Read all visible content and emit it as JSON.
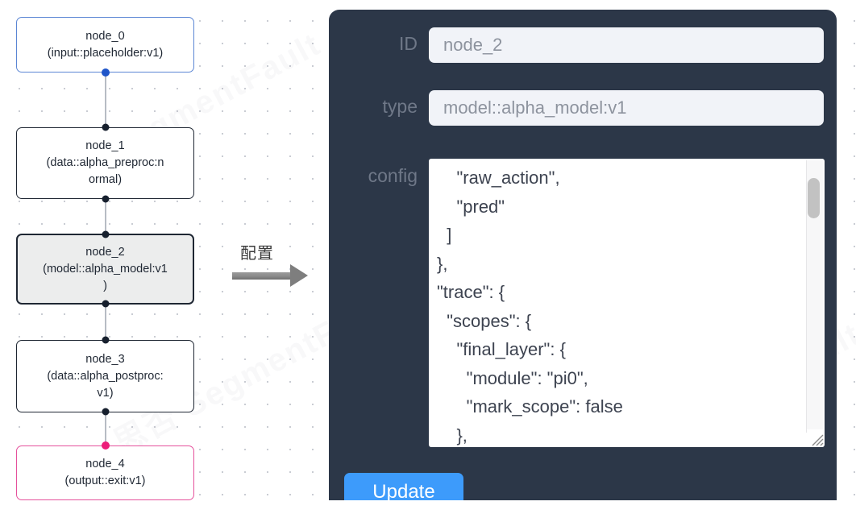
{
  "canvas": {
    "watermark_text": "思否 SegmentFault",
    "nodes": [
      {
        "id": "node_0",
        "title": "node_0",
        "subtitle": "(input::placeholder:v1)",
        "label": "node_0\n(input::placeholder:v1)",
        "state": "normal",
        "accent": "#5b86d4"
      },
      {
        "id": "node_1",
        "title": "node_1",
        "subtitle": "(data::alpha_preproc:normal)",
        "label": "node_1\n(data::alpha_preproc:n\normal)",
        "state": "normal",
        "accent": "#1f2733"
      },
      {
        "id": "node_2",
        "title": "node_2",
        "subtitle": "(model::alpha_model:v1)",
        "label": "node_2\n(model::alpha_model:v1\n)",
        "state": "selected",
        "accent": "#1f2733"
      },
      {
        "id": "node_3",
        "title": "node_3",
        "subtitle": "(data::alpha_postproc:v1)",
        "label": "node_3\n(data::alpha_postproc:\nv1)",
        "state": "normal",
        "accent": "#1f2733"
      },
      {
        "id": "node_4",
        "title": "node_4",
        "subtitle": "(output::exit:v1)",
        "label": "node_4\n(output::exit:v1)",
        "state": "normal",
        "accent": "#e5519c"
      }
    ],
    "connector": {
      "caption": "配置",
      "icon": "right-arrow-icon",
      "color": "#7e7e7e"
    }
  },
  "panel": {
    "background": "#2c3748",
    "fields": {
      "id": {
        "label": "ID",
        "value": "node_2",
        "placeholder": "node_2"
      },
      "type": {
        "label": "type",
        "value": "model::alpha_model:v1",
        "placeholder": "model::alpha_model:v1"
      },
      "config": {
        "label": "config",
        "value": "    \"raw_action\",\n    \"pred\"\n  ]\n},\n\"trace\": {\n  \"scopes\": {\n    \"final_layer\": {\n      \"module\": \"pi0\",\n      \"mark_scope\": false\n    },\n    \"action_model\": {",
        "scrollbar": {
          "name": "vertical-scrollbar",
          "thumb_position": "near-top"
        },
        "resize_grip": "resize-grip-icon"
      }
    },
    "actions": {
      "update": {
        "label": "Update",
        "color": "#3d9bfb"
      }
    }
  }
}
